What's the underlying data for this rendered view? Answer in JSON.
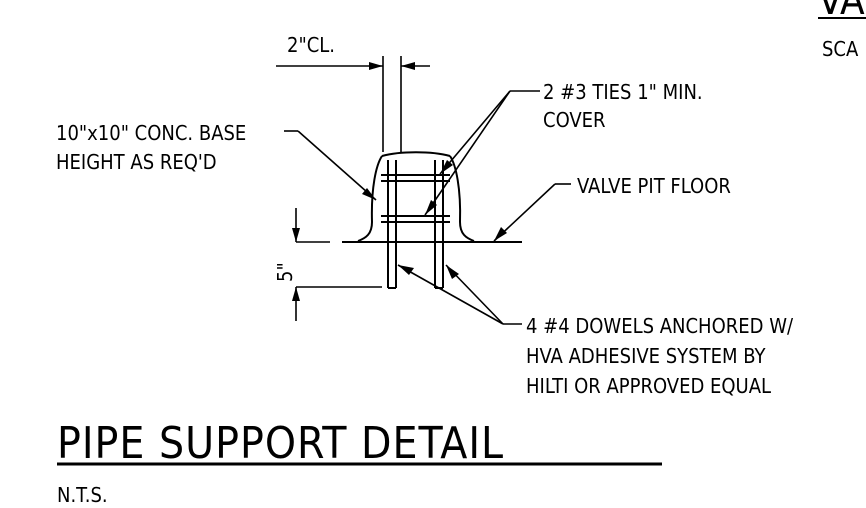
{
  "corner": {
    "title_fragment": "VA",
    "scale_fragment": "SCA"
  },
  "labels": {
    "clearance": "2\"CL.",
    "ties_line1": "2 #3 TIES 1\" MIN.",
    "ties_line2": "COVER",
    "base_line1": "10\"x10\" CONC. BASE",
    "base_line2": "HEIGHT AS REQ'D",
    "floor": "VALVE PIT FLOOR",
    "embed_depth": "5\"",
    "dowels_line1": "4 #4 DOWELS ANCHORED W/",
    "dowels_line2": "HVA ADHESIVE SYSTEM BY",
    "dowels_line3": "HILTI OR APPROVED EQUAL"
  },
  "detail": {
    "title": "PIPE SUPPORT DETAIL",
    "scale": "N.T.S."
  }
}
